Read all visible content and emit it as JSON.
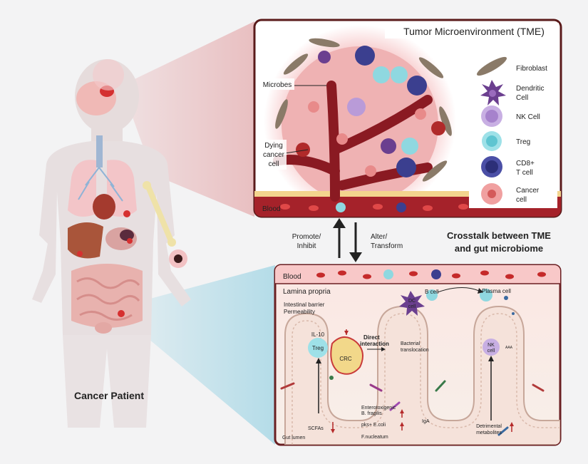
{
  "patient_label": "Cancer Patient",
  "tme": {
    "title": "Tumor Microenvironment (TME)",
    "microbes_label": "Microbes",
    "dying_label": [
      "Dying",
      "cancer",
      "cell"
    ],
    "blood_label": "Blood"
  },
  "legend": [
    {
      "label": [
        "Fibroblast"
      ],
      "icon": "fibroblast-icon",
      "color": "#8a7a68"
    },
    {
      "label": [
        "Dendritic",
        "Cell"
      ],
      "icon": "dendritic-cell-icon",
      "color": "#6b3f8f"
    },
    {
      "label": [
        "NK Cell"
      ],
      "icon": "nk-cell-icon",
      "color": "#b99bd8"
    },
    {
      "label": [
        "Treg"
      ],
      "icon": "treg-icon",
      "color": "#8fd8e0"
    },
    {
      "label": [
        "CD8+",
        "T cell"
      ],
      "icon": "cd8-t-cell-icon",
      "color": "#3b3f8f"
    },
    {
      "label": [
        "Cancer",
        "cell"
      ],
      "icon": "cancer-cell-icon",
      "color": "#e88a8a"
    }
  ],
  "arrows": {
    "left_label": [
      "Promote/",
      "Inhibit"
    ],
    "right_label": [
      "Alter/",
      "Transform"
    ]
  },
  "crosstalk_title": [
    "Crosstalk between TME",
    "and gut microbiome"
  ],
  "gut": {
    "blood_label": "Blood",
    "lamina_label": "Lamina propria",
    "barrier_label": [
      "Intestinal barrier",
      "Permeability"
    ],
    "dc_label": [
      "DC",
      "cell"
    ],
    "bcell_label": "B cell",
    "plasma_label": "Plasma cell",
    "il10_label": "IL-10",
    "treg_label": "Treg",
    "crc_label": "CRC",
    "direct_label": [
      "Direct",
      "interaction"
    ],
    "bacterial_label": [
      "Bacterial",
      "translocation"
    ],
    "nk_label": [
      "NK",
      "cell"
    ],
    "aaa_label": "AAA",
    "scfa_label": "SCFAs",
    "entero_label": [
      "Enterotoxigenic",
      "B. fragilis"
    ],
    "pks_label": "pks+ E.coli",
    "fnuc_label": "F.nucleatum",
    "iga_label": "IgA",
    "detri_label": [
      "Detrimental",
      "metabolites"
    ],
    "lumen_label": "Gut lumen"
  },
  "colors": {
    "tme_border": "#5a1a1a",
    "blood_red": "#b52a2a",
    "tissue_pink": "#f3c7c8",
    "gut_border": "#6a1f22",
    "arrow": "#222222"
  }
}
